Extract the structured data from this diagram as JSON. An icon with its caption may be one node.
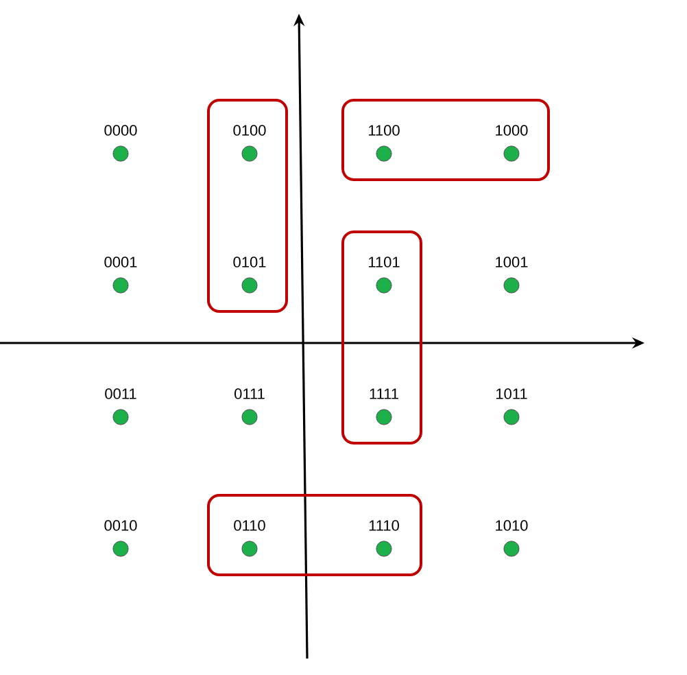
{
  "diagram": {
    "nodes": [
      {
        "text": [
          "0000"
        ]
      },
      {
        "text": [],
        "shape": "box"
      },
      {
        "text": [
          "0100"
        ],
        "in": 1
      },
      {
        "text": [],
        "shape": "box"
      },
      {
        "text": [
          "1100"
        ],
        "in": 3
      },
      {
        "text": [
          "1000"
        ],
        "in": 3
      },
      {
        "text": [
          "0001"
        ]
      },
      {
        "text": [
          "0101"
        ],
        "in": 1
      },
      {
        "text": [],
        "shape": "box"
      },
      {
        "text": [
          "1101"
        ],
        "in": 8
      },
      {
        "text": [
          "1001"
        ]
      },
      {
        "text": [
          "0011"
        ]
      },
      {
        "text": [
          "0111"
        ]
      },
      {
        "text": [
          "1111"
        ],
        "in": 8
      },
      {
        "text": [
          "1011"
        ]
      },
      {
        "text": [
          "0010"
        ]
      },
      {
        "text": [],
        "shape": "box"
      },
      {
        "text": [
          "0110"
        ],
        "in": 16
      },
      {
        "text": [
          "1110"
        ],
        "in": 16
      },
      {
        "text": [
          "1010"
        ]
      }
    ]
  }
}
